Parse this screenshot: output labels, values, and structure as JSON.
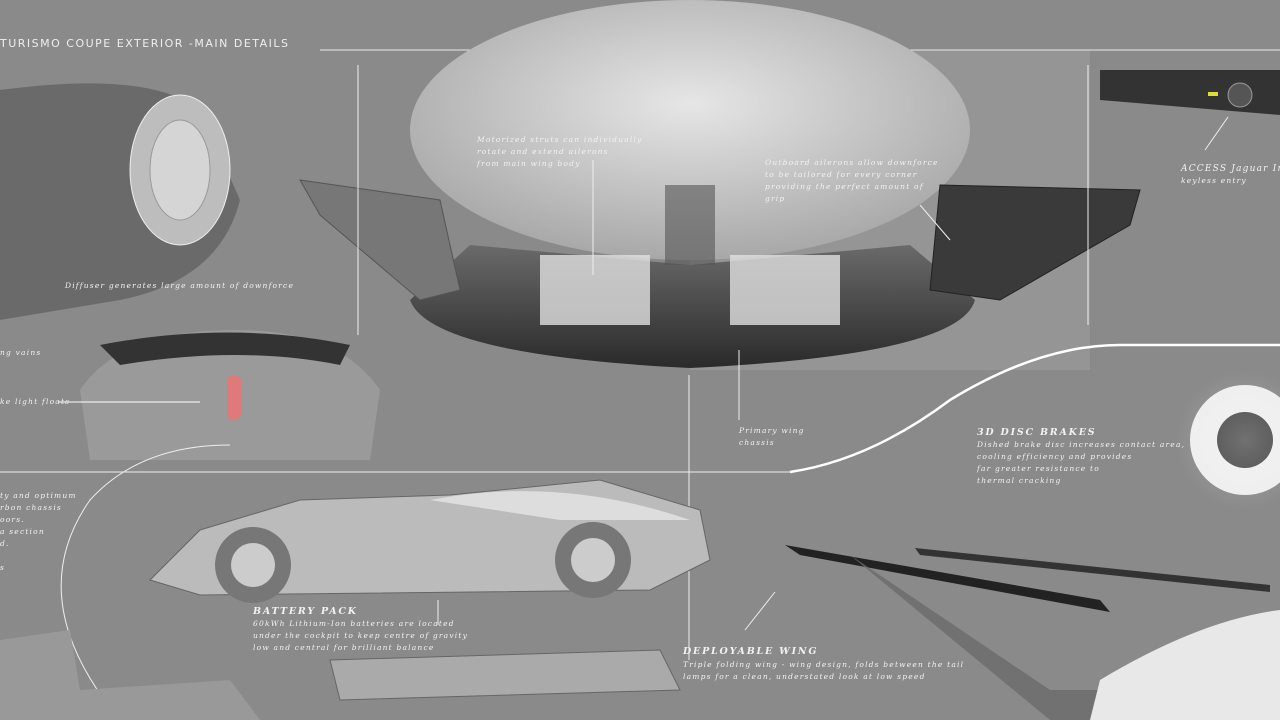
{
  "title": "TURISMO COUPE EXTERIOR -MAIN DETAILS",
  "callouts": {
    "diffuser": "Diffuser generates large amount of downforce",
    "vains": "ng vains",
    "floats": "ke light floats",
    "chassis_partial": [
      "ty and optimum",
      "rbon chassis",
      "oors.",
      "a section",
      "d.",
      "s"
    ],
    "struts": [
      "Motorized struts can individually",
      "rotate and extend ailerons",
      "from main wing body"
    ],
    "outboard": [
      "Outboard ailerons allow downforce",
      "to be tailored for every corner",
      "providing the perfect amount of",
      "grip"
    ],
    "access": [
      "ACCESS Jaguar Ir",
      "keyless entry"
    ],
    "primary_wing": [
      "Primary wing",
      "chassis"
    ]
  },
  "features": {
    "brakes": {
      "title": "3D DISC BRAKES",
      "lines": [
        "Dished brake disc increases contact area,",
        "cooling efficiency and provides",
        "far greater resistance to",
        "thermal cracking"
      ]
    },
    "battery": {
      "title": "BATTERY PACK",
      "lines": [
        "60kWh Lithium-Ion batteries are located",
        "under the cockpit to keep centre of gravity",
        "low and central for brilliant balance"
      ]
    },
    "wing": {
      "title": "DEPLOYABLE WING",
      "lines": [
        "Triple folding wing - wing design, folds between the tail",
        "lamps for a clean, understated look at low speed"
      ]
    }
  }
}
